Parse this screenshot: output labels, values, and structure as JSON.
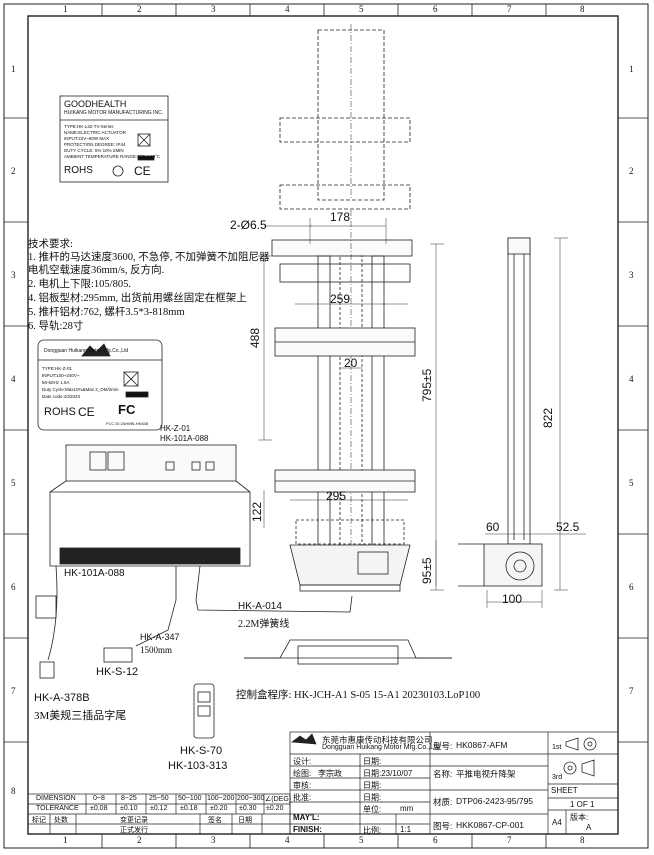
{
  "border": {
    "top_numbers": [
      "1",
      "2",
      "3",
      "4",
      "5",
      "6",
      "7",
      "8"
    ],
    "bottom_numbers": [
      "1",
      "2",
      "3",
      "4",
      "5",
      "6",
      "7",
      "8"
    ],
    "side_numbers": [
      "1",
      "2",
      "3",
      "4",
      "5",
      "6",
      "7",
      "8"
    ]
  },
  "tech_notes": {
    "title": "技术要求:",
    "lines": [
      "1. 推杆的马达速度3600, 不急停, 不加弹簧不加阻尼器",
      "    电机空载速度36mm/s, 反方向.",
      "2. 电机上下限:105/805.",
      "4. 铝板型材:295mm, 出货前用螺丝固定在框架上",
      "5. 推杆铝材:762, 螺杆3.5*3-818mm",
      "6. 导轨:28寸"
    ]
  },
  "label1": {
    "brand": "GOODHEALTH",
    "subtitle": "HUIKANG MOTOR MANUFACTURING INC.",
    "lines": [
      "TYPE:HK-L32-TV-Series",
      "NAME:ELECTRIC ACTUATOR",
      "INPUT:24V~60W MAX",
      "PROTECTION DEGREE: IP44",
      "DUTY CYCLE: 5% 10% 2MIN",
      "AMBIENT TEMPERATURE RANGE:0°C~+40°C"
    ],
    "rohs": "ROHS",
    "ce": "CE"
  },
  "label2": {
    "company": "Dongguan Huikang Motor Mfg.Co.,Ltd",
    "lines": [
      "TYPE:HK-Z-01",
      "INPUT:100~240V~",
      "     50-60Hz 1.5A",
      "Duty Cycle:Max10%&Max 2_OM/2min",
      "Date code:10/2023"
    ],
    "rohs": "ROHS",
    "ce": "CE",
    "fc": "FC",
    "fcc": "FCC ID:2AHMN-HK838"
  },
  "controller": {
    "model_line1": "HK-Z-01",
    "model_line2": "HK-101A-088",
    "bottom_label": "HK-101A-088"
  },
  "cables": {
    "a014": "HK-A-014",
    "spring": "2.2M弹簧线",
    "a347": "HK-A-347",
    "a347_len": "1500mm",
    "s12": "HK-S-12",
    "a378": "HK-A-378B",
    "plug": "3M美规三插品字尾"
  },
  "remote": {
    "model1": "HK-S-70",
    "model2": "HK-103-313"
  },
  "program": "控制盒程序:  HK-JCH-A1 S-05 15-A1 20230103.LoP100",
  "dims": {
    "holes": "2-Ø6.5",
    "w178": "178",
    "w259": "259",
    "h488": "488",
    "w20": "20",
    "h795": "795±5",
    "h822": "822",
    "w295": "295",
    "h122": "122",
    "h95": "95±5",
    "w60": "60",
    "w525": "52.5",
    "w100": "100"
  },
  "title_block": {
    "company_cn": "东莞市惠康传动科技有限公司",
    "company_en": "Dongguan Huikang Motor Mfg.Co.,Ltd",
    "model_label": "型号:",
    "model": "HK0867-AFM",
    "design": "设计:",
    "date": "日期:",
    "draw": "绘图:",
    "drawer": "李宗政",
    "draw_date": "日期:23/10/07",
    "name_label": "名称:",
    "name": "平推电视升降架",
    "review": "审核:",
    "approve": "批准:",
    "material_label": "材质:",
    "material": "DTP06-2423-95/795",
    "unit": "单位:",
    "unit_val": "mm",
    "mayl": "MAY'L:",
    "finish": "FINISH:",
    "scale": "比例:",
    "scale_val": "1:1",
    "drawing_no_label": "图号:",
    "drawing_no": "HKK0867-CP-001",
    "sheet_label": "SHEET",
    "sheet_val": "1 OF 1",
    "rev_label": "版本:",
    "rev": "A",
    "size": "A4",
    "angle1": "1st",
    "angle3": "3rd"
  },
  "tolerance": {
    "header": [
      "DIMENSION",
      "0~8",
      "8~25",
      "25~50",
      "50~100",
      "100~200",
      "200~300",
      "∠(DEG)"
    ],
    "row": [
      "TOLERANCE",
      "±0.08",
      "±0.10",
      "±0.12",
      "±0.18",
      "±0.20",
      "±0.30",
      "±0.20"
    ],
    "foot": [
      "标记",
      "处数",
      "变更记录",
      "签名",
      "日期"
    ],
    "foot2": "正式发行"
  }
}
